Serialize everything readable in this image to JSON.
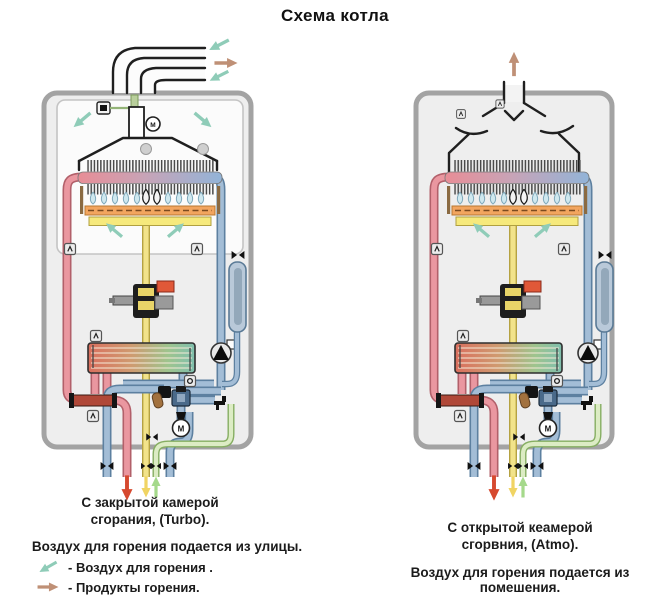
{
  "title": "Схема котла",
  "labels": {
    "motor": "M",
    "fan": "M"
  },
  "colors": {
    "air_arrow": "#8fccb8",
    "flue_arrow": "#bf9076",
    "heating_flow_arrow": "#d6492f",
    "gas_arrow": "#f0d463",
    "cold_water_arrow": "#a5d98b",
    "heating_pipe": "#ea97a0",
    "return_pipe": "#a3bdd6",
    "gas_pipe": "#f2e38a",
    "cold_pipe": "#dcecc4",
    "casing": "#a3a3a3",
    "burner": "#f2a55f",
    "burner_tray": "#f6e97c",
    "flame": "#cfe8ef"
  },
  "boiler_left": {
    "caption_line1": "С закрытой камерой",
    "caption_line2": "сгорания, (Turbo).",
    "subcaption": "Воздух для горения подается из улицы."
  },
  "boiler_right": {
    "caption_line1": "С открытой кеамерой",
    "caption_line2": "сгорвния, (Atmo).",
    "subcaption": "Воздух для горения подается из помешения."
  },
  "legend": {
    "items": [
      {
        "label": "- Воздух для горения ."
      },
      {
        "label": "- Продукты горения."
      }
    ]
  }
}
